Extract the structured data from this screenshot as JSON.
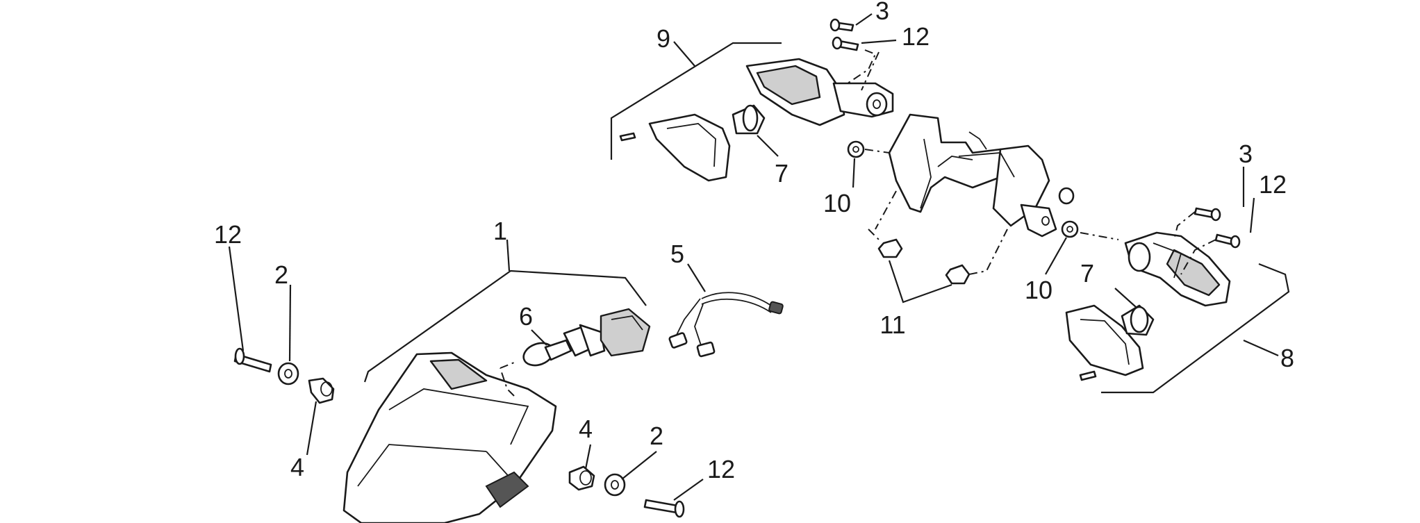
{
  "callouts": [
    {
      "id": "c1",
      "text": "1"
    },
    {
      "id": "c2a",
      "text": "2"
    },
    {
      "id": "c2b",
      "text": "2"
    },
    {
      "id": "c3a",
      "text": "3"
    },
    {
      "id": "c3b",
      "text": "3"
    },
    {
      "id": "c4a",
      "text": "4"
    },
    {
      "id": "c4b",
      "text": "4"
    },
    {
      "id": "c5",
      "text": "5"
    },
    {
      "id": "c6",
      "text": "6"
    },
    {
      "id": "c7a",
      "text": "7"
    },
    {
      "id": "c7b",
      "text": "7"
    },
    {
      "id": "c8",
      "text": "8"
    },
    {
      "id": "c9",
      "text": "9"
    },
    {
      "id": "c10a",
      "text": "10"
    },
    {
      "id": "c10b",
      "text": "10"
    },
    {
      "id": "c11",
      "text": "11"
    },
    {
      "id": "c12a",
      "text": "12"
    },
    {
      "id": "c12b",
      "text": "12"
    },
    {
      "id": "c12c",
      "text": "12"
    },
    {
      "id": "c12d",
      "text": "12"
    }
  ]
}
